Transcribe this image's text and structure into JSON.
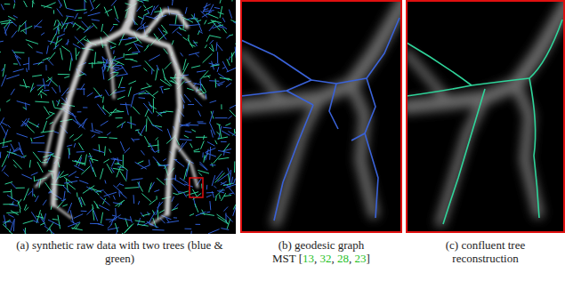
{
  "diagram": {
    "labels": [
      "(a) synthetic raw data with two trees (blue & green)",
      "(b) geodesic graph MST [13, 32, 28, 23]",
      "(c) confluent tree reconstruction"
    ]
  }
}
